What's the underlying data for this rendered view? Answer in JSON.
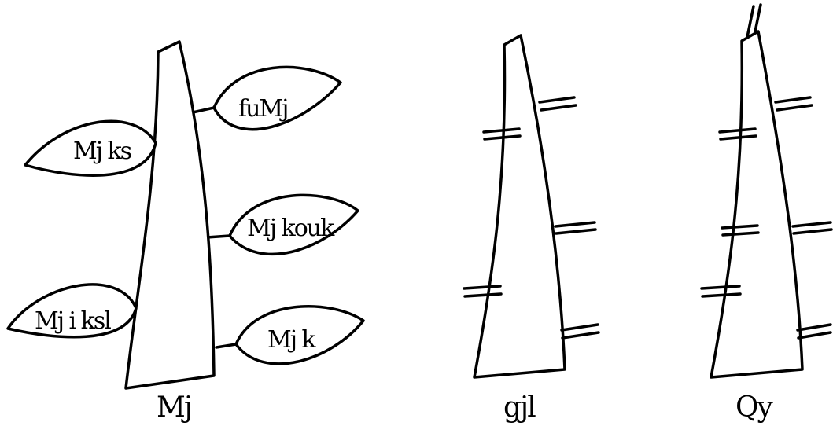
{
  "figures": [
    {
      "id": "stem-with-leaves",
      "caption": "Mj",
      "leaves": [
        {
          "label": "fuMj",
          "side": "right"
        },
        {
          "label": "Mj ks",
          "side": "left"
        },
        {
          "label": "Mj kouk",
          "side": "right"
        },
        {
          "label": "Mj i ksl",
          "side": "left"
        },
        {
          "label": "Mj k",
          "side": "right"
        }
      ]
    },
    {
      "id": "stem-with-double-ticks",
      "caption": "gjl"
    },
    {
      "id": "stem-with-double-ticks-top",
      "caption": "Qy"
    }
  ]
}
